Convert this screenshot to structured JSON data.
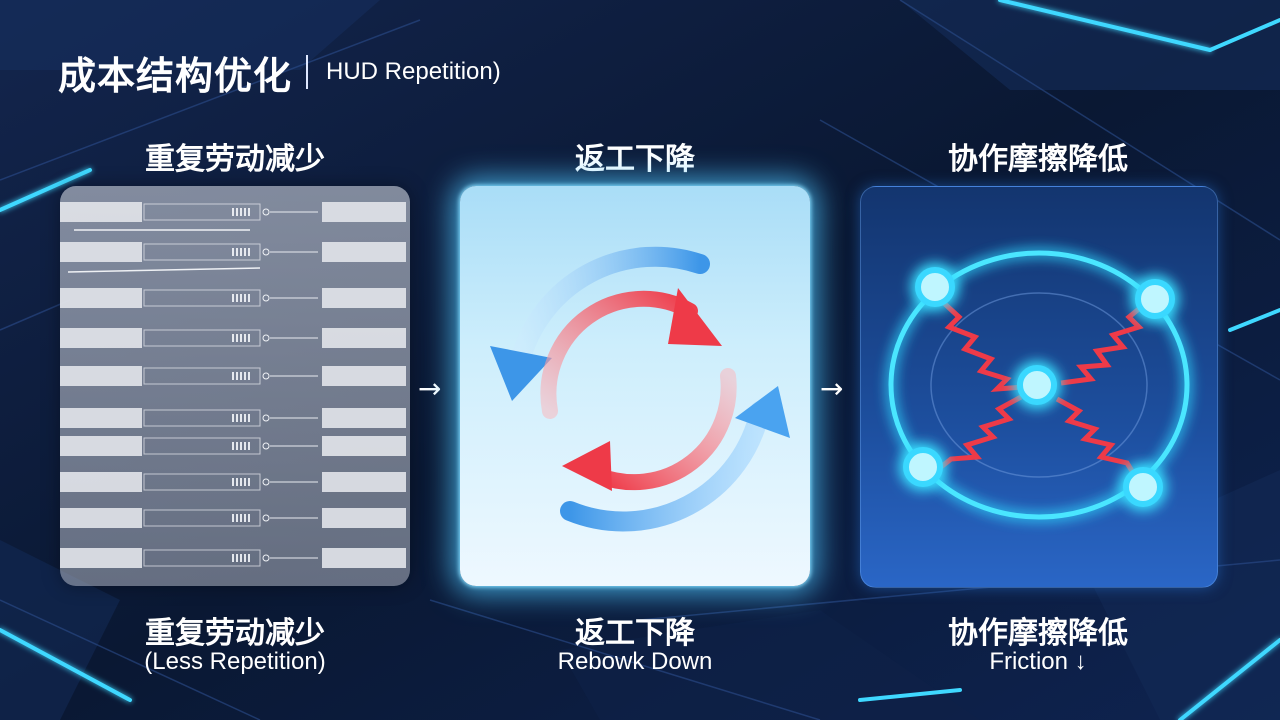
{
  "title": {
    "main": "成本结构优化",
    "sub": "HUD Repetition)"
  },
  "columns": [
    {
      "heading": "重复劳动减少",
      "caption": "重复劳动减少",
      "subcaption": "(Less Repetition)"
    },
    {
      "heading": "返工下降",
      "caption": "返工下降",
      "subcaption": "Rebowk Down"
    },
    {
      "heading": "协作摩擦降低",
      "caption": "协作摩擦降低",
      "subcaption": "Friction ↓"
    }
  ],
  "connectors": [
    "→",
    "→"
  ],
  "colors": {
    "background": "#0b1a38",
    "accent_cyan": "#3fd8ff",
    "accent_blue": "#4aa3f0",
    "accent_red": "#ee3a48"
  }
}
